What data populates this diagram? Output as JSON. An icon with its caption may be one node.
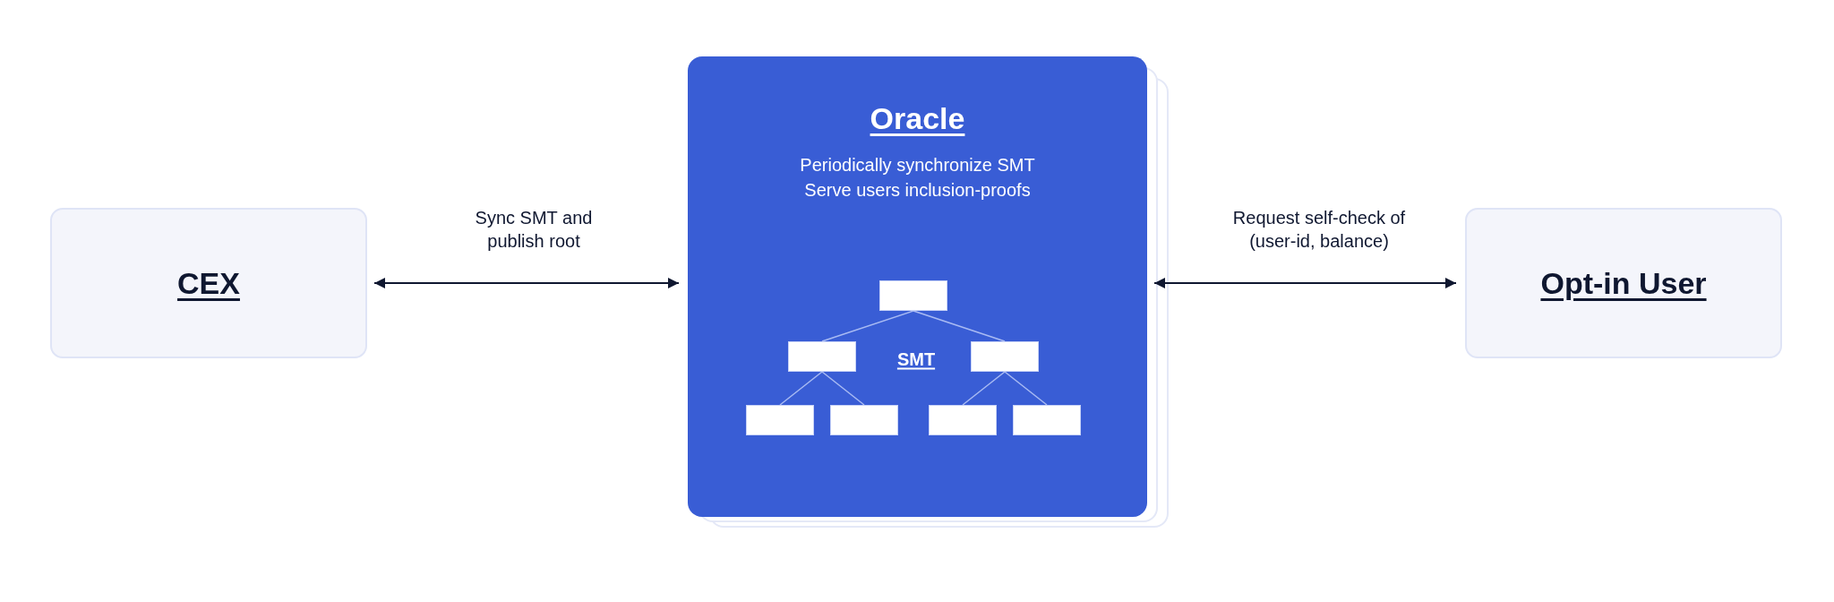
{
  "diagram": {
    "nodes": [
      {
        "text": [
          "CEX"
        ]
      },
      {
        "text": [
          "Oracle",
          "Periodically synchronize SMT",
          "Serve users inclusion-proofs"
        ]
      },
      {
        "text": [
          "Opt-in User"
        ]
      },
      {
        "text": [],
        "shape": "box",
        "in": 1
      },
      {
        "text": [],
        "shape": "box",
        "in": 1
      },
      {
        "text": [],
        "shape": "box",
        "in": 1
      },
      {
        "text": [],
        "shape": "box",
        "in": 1
      },
      {
        "text": [],
        "shape": "box",
        "in": 1
      },
      {
        "text": [],
        "shape": "box",
        "in": 1
      },
      {
        "text": [],
        "shape": "box",
        "in": 1
      }
    ],
    "edges": [
      {
        "from": 0,
        "to": 1,
        "arrow": "both",
        "label": "Sync SMT and publish root",
        "color": "#0f1730"
      },
      {
        "from": 1,
        "to": 2,
        "arrow": "both",
        "label": "Request self-check of (user-id, balance)",
        "color": "#0f1730"
      },
      {
        "from": 3,
        "to": 4,
        "arrow": "none",
        "color": "#a9bbf3"
      },
      {
        "from": 3,
        "to": 5,
        "arrow": "none",
        "color": "#a9bbf3"
      },
      {
        "from": 4,
        "to": 6,
        "arrow": "none",
        "color": "#a9bbf3"
      },
      {
        "from": 4,
        "to": 7,
        "arrow": "none",
        "color": "#a9bbf3"
      },
      {
        "from": 5,
        "to": 8,
        "arrow": "none",
        "color": "#a9bbf3"
      },
      {
        "from": 5,
        "to": 9,
        "arrow": "none",
        "color": "#a9bbf3"
      }
    ],
    "labels": [
      "SMT"
    ]
  }
}
